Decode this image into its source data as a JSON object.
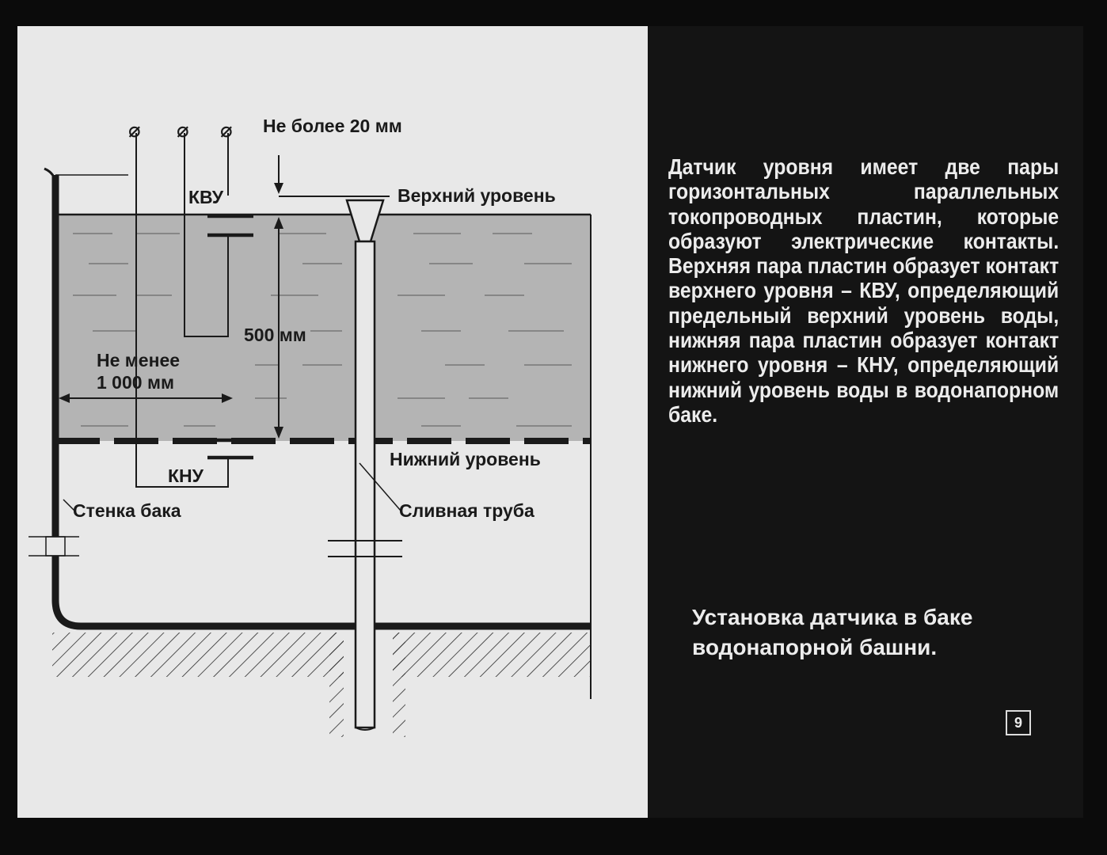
{
  "diagram": {
    "labels": {
      "max_gap": "Не более 20 мм",
      "upper_level": "Верхний уровень",
      "kvu": "КВУ",
      "range": "500 мм",
      "min_distance_line1": "Не менее",
      "min_distance_line2": "1 000 мм",
      "lower_level": "Нижний уровень",
      "knu": "КНУ",
      "tank_wall": "Стенка бака",
      "drain_pipe": "Сливная труба"
    },
    "terminal_symbol": "⌀"
  },
  "text_panel": {
    "description": "Датчик уровня имеет две пары горизонтальных параллельных токопроводных пластин, которые образуют электрические контакты. Верхняя пара пластин образует контакт верхнего уровня – КВУ, определяющий предельный верхний уровень воды, нижняя пара пластин образует контакт нижнего уровня – КНУ, определяющий нижний уровень воды в водонапорном баке.",
    "caption": "Установка датчика в баке водонапорной башни.",
    "slide_number": "9"
  },
  "colors": {
    "paper": "#e8e8e8",
    "water": "#b4b4b4",
    "ink": "#1a1a1a",
    "panel_dark": "#141414",
    "text_light": "#ececec"
  }
}
